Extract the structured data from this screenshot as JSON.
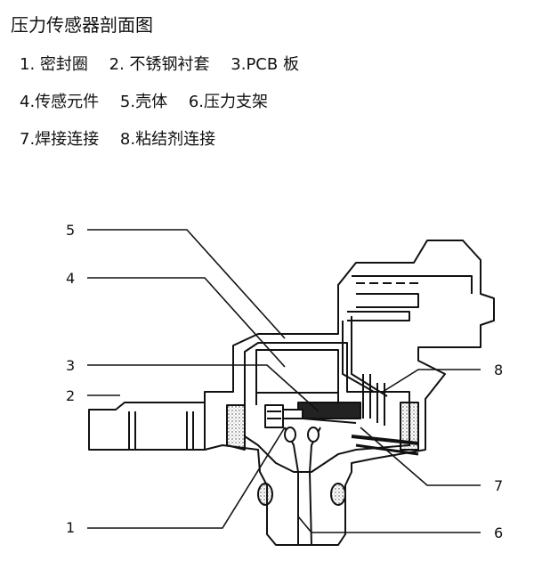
{
  "title": "压力传感器剖面图",
  "legend": [
    [
      "1. 密封圈",
      "2. 不锈钢衬套",
      "3.PCB 板"
    ],
    [
      "4.传感元件",
      "5.壳体",
      "6.压力支架"
    ],
    [
      "7.焊接连接",
      "8.粘结剂连接"
    ]
  ],
  "callouts": [
    "5",
    "4",
    "3",
    "2",
    "1",
    "8",
    "7",
    "6"
  ]
}
